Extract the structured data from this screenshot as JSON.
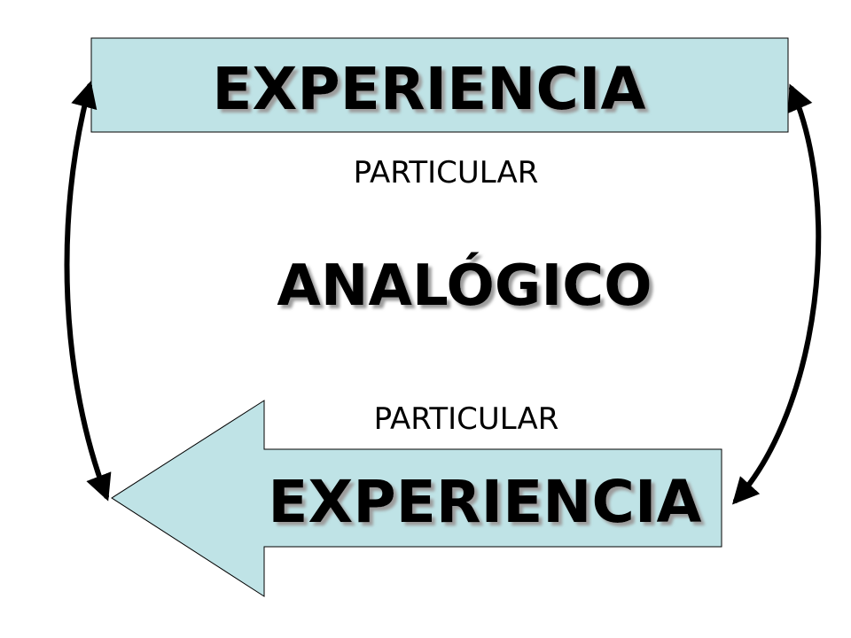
{
  "top_box": {
    "label": "EXPERIENCIA"
  },
  "top_caption": "PARTICULAR",
  "center_label": "ANALÓGICO",
  "bottom_caption": "PARTICULAR",
  "bottom_arrow": {
    "label": "EXPERIENCIA"
  },
  "colors": {
    "box_fill": "#bfe3e6",
    "outline": "#000000",
    "text": "#000000",
    "shadow": "#a8a8a8"
  }
}
